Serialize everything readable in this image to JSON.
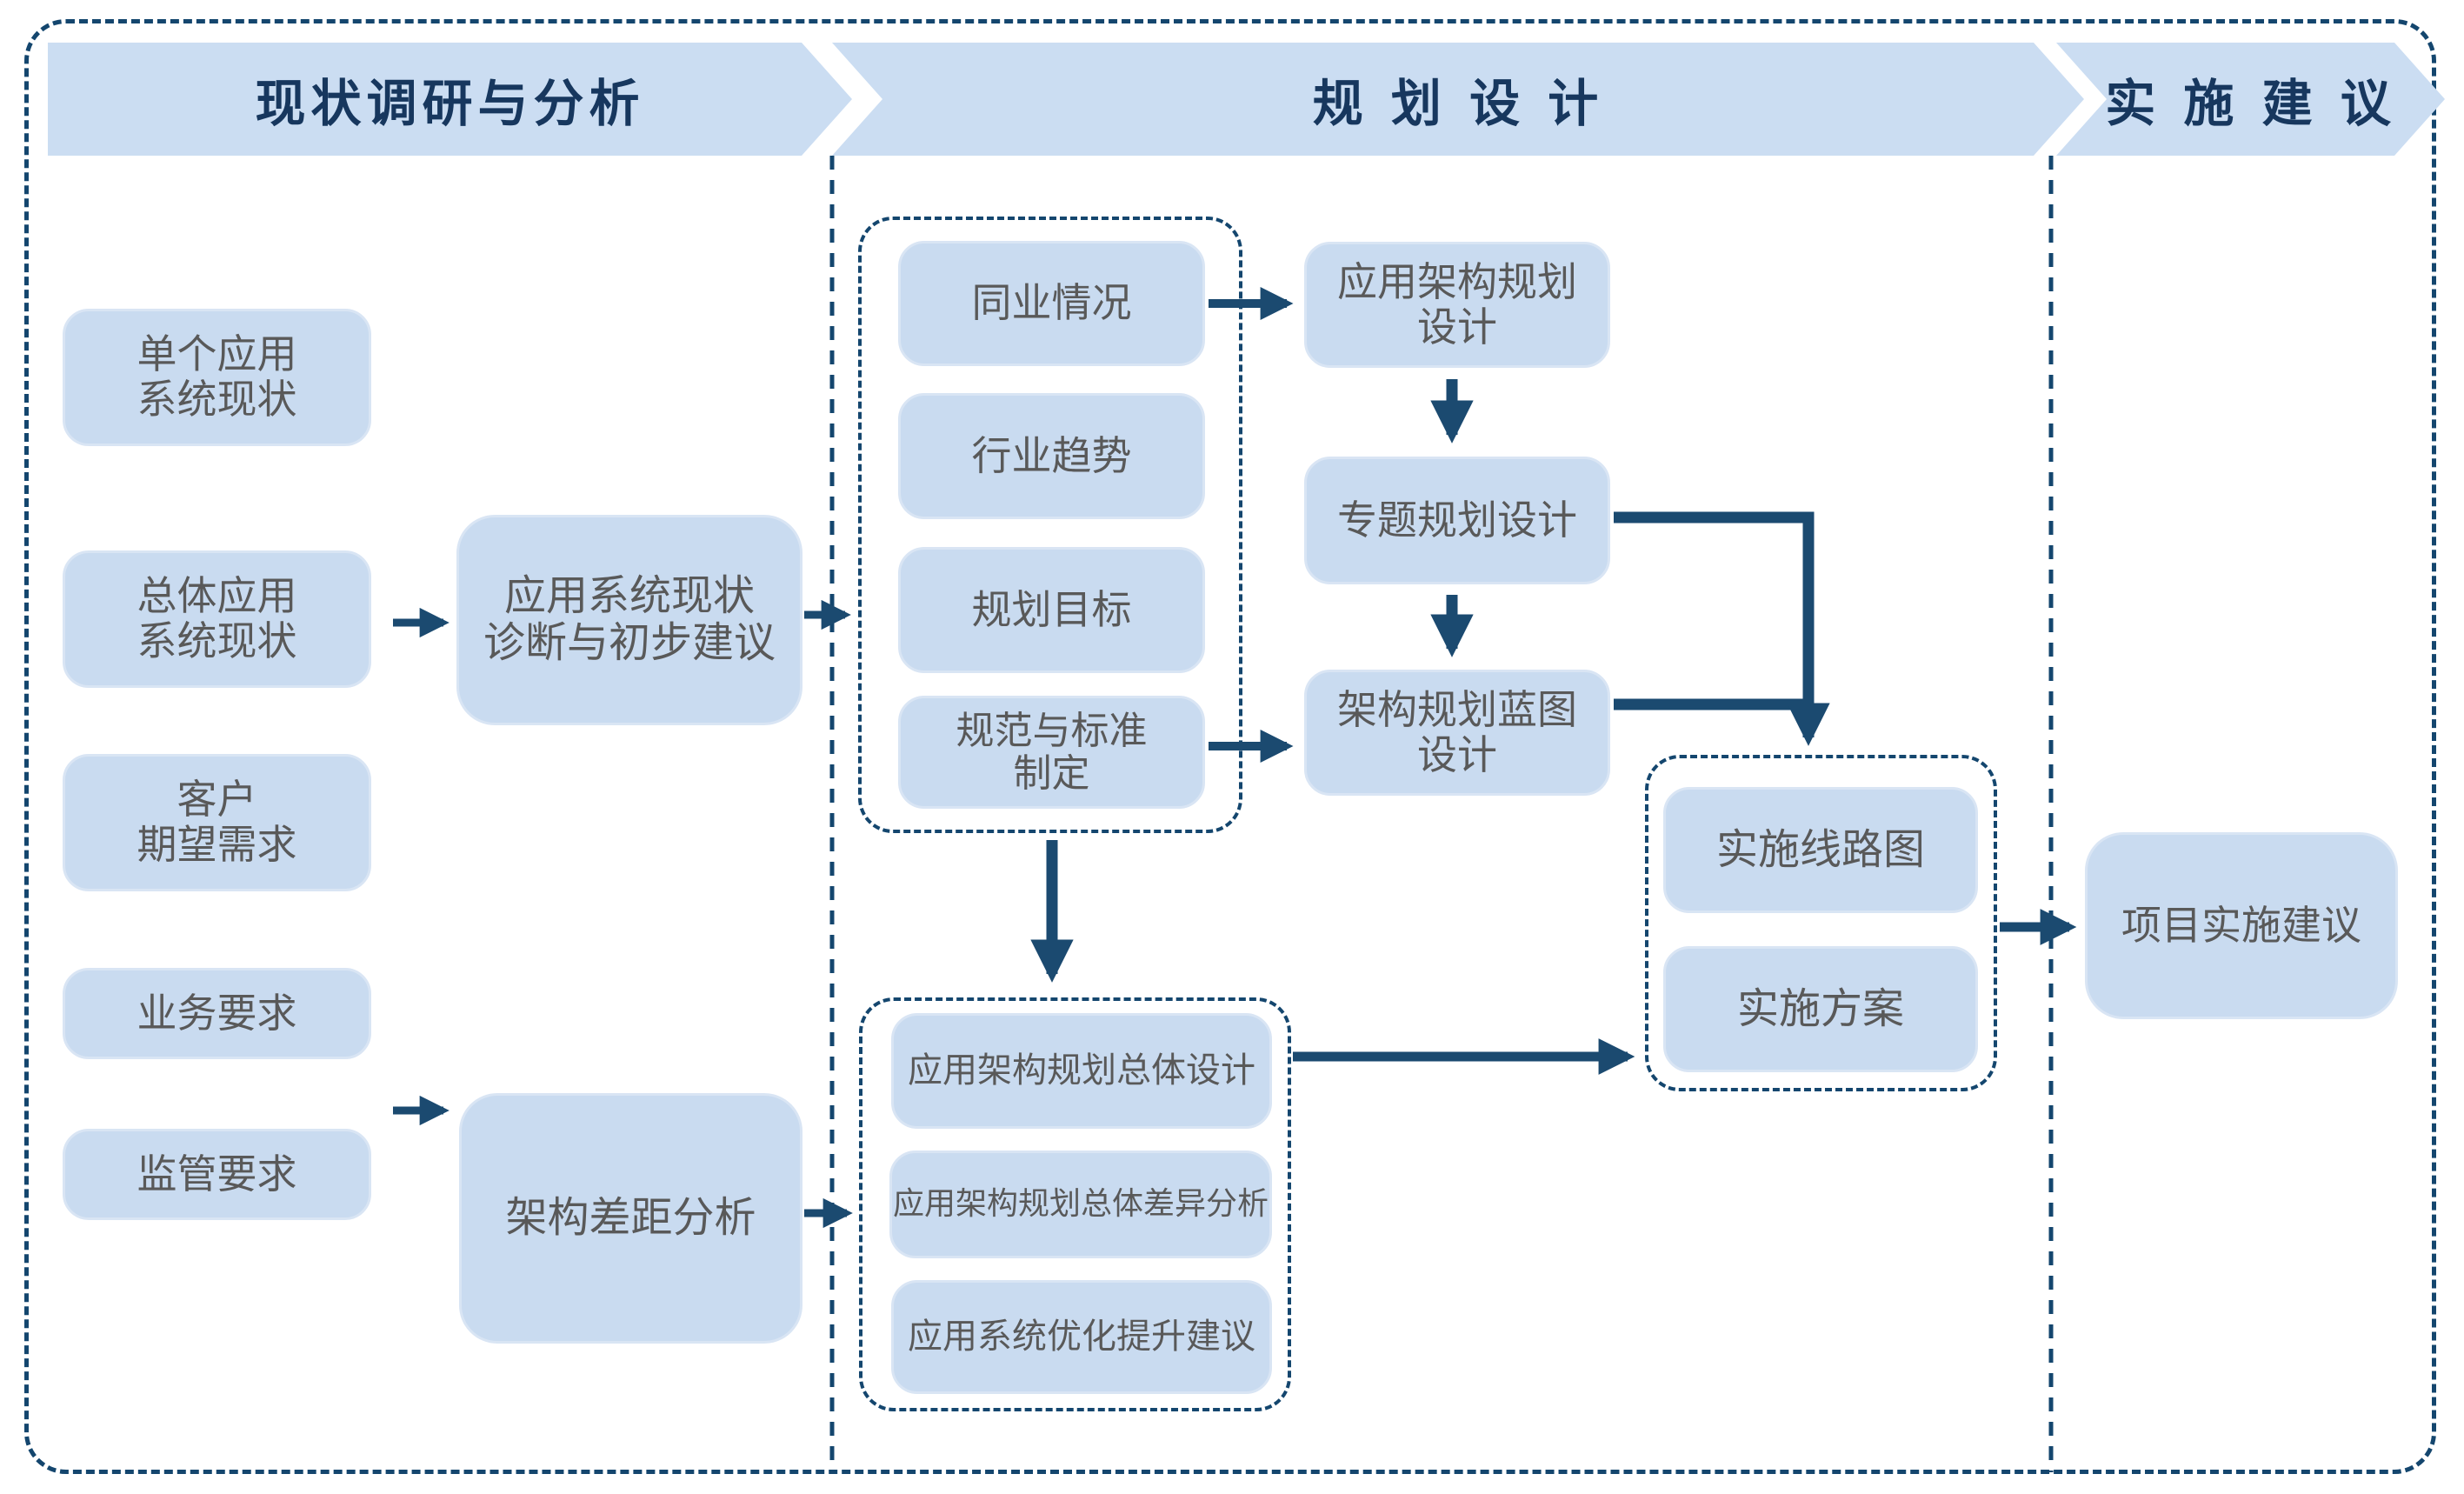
{
  "colors": {
    "banner_fill": "#cbddf2",
    "banner_text": "#17375e",
    "node_fill": "#c9dbf0",
    "node_text": "#595959",
    "line_navy": "#1b4a70",
    "dashed_border": "#14466e"
  },
  "stages": [
    {
      "label": "现状调研与分析"
    },
    {
      "label": "规 划 设 计"
    },
    {
      "label": "实 施 建 议"
    }
  ],
  "research": {
    "inputs_top": [
      {
        "label": "单个应用\n系统现状"
      },
      {
        "label": "总体应用\n系统现状"
      },
      {
        "label": "客户\n期望需求"
      }
    ],
    "inputs_bottom": [
      {
        "label": "业务要求"
      },
      {
        "label": "监管要求"
      }
    ],
    "diagnosis": {
      "label": "应用系统现状\n诊断与初步建议"
    },
    "gap_analysis": {
      "label": "架构差距分析"
    }
  },
  "planning": {
    "research_group": [
      {
        "label": "同业情况"
      },
      {
        "label": "行业趋势"
      },
      {
        "label": "规划目标"
      },
      {
        "label": "规范与标准\n制定"
      }
    ],
    "design_chain": [
      {
        "label": "应用架构规划\n设计"
      },
      {
        "label": "专题规划设计"
      },
      {
        "label": "架构规划蓝图\n设计"
      }
    ],
    "overall_group": [
      {
        "label": "应用架构规划总体设计"
      },
      {
        "label": "应用架构规划总体差异分析"
      },
      {
        "label": "应用系统优化提升建议"
      }
    ],
    "implementation_group": [
      {
        "label": "实施线路图"
      },
      {
        "label": "实施方案"
      }
    ]
  },
  "implementation": {
    "suggestion": {
      "label": "项目实施建议"
    }
  }
}
